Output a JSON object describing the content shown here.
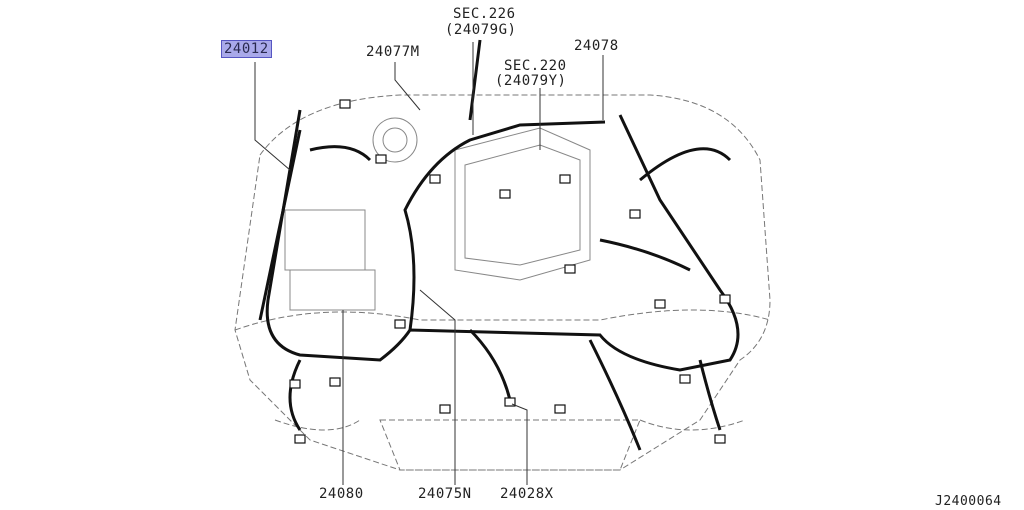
{
  "callouts": {
    "part_24012": "24012",
    "sec226": "SEC.226",
    "part_24079G": "(24079G)",
    "part_24077M": "24077M",
    "part_24078": "24078",
    "sec220": "SEC.220",
    "part_24079Y": "(24079Y)",
    "part_24080": "24080",
    "part_24075N": "24075N",
    "part_24028X": "24028X"
  },
  "diagram_id": "J2400064",
  "highlight_color": "#a9a9ea"
}
